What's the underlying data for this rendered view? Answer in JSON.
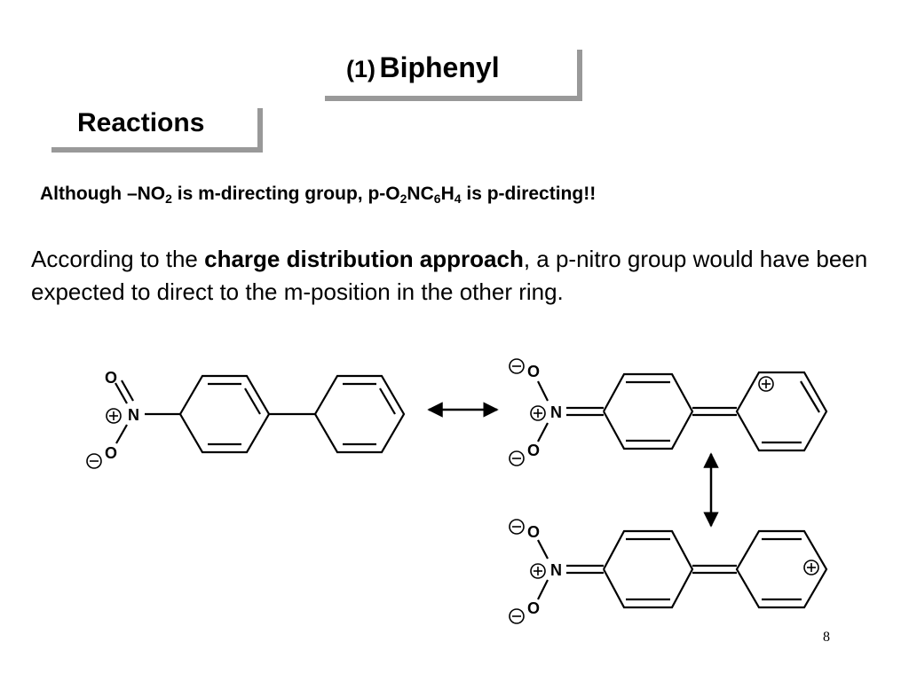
{
  "slide": {
    "title_num": "(1)",
    "title": "Biphenyl",
    "section": "Reactions",
    "note": {
      "part1": "Although –NO",
      "sub1": "2",
      "part2": " is m-directing group, p-O",
      "sub2": "2",
      "part3": "NC",
      "sub3": "6",
      "part4": "H",
      "sub4": "4",
      "part5": " is p-directing!!"
    },
    "paragraph": {
      "pre": "According to the ",
      "bold": "charge distribution approach",
      "post": ", a p-nitro group would have been expected to direct to the m-position in the other ring."
    },
    "page_number": "8"
  },
  "structures": {
    "atom_O": "O",
    "atom_N": "N",
    "plus": "+",
    "minus": "−"
  }
}
